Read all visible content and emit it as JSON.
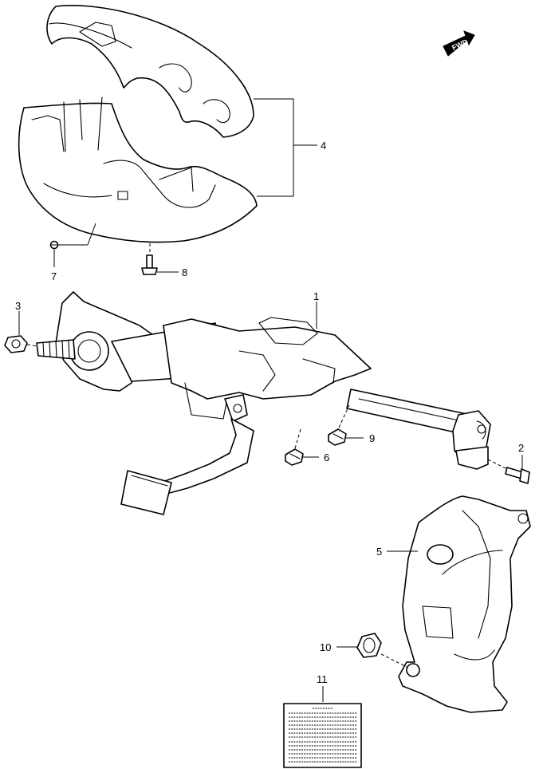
{
  "fwd_badge": {
    "text": "FWD"
  },
  "callouts": [
    {
      "id": "1",
      "text": "1"
    },
    {
      "id": "2",
      "text": "2"
    },
    {
      "id": "3",
      "text": "3"
    },
    {
      "id": "4",
      "text": "4"
    },
    {
      "id": "5",
      "text": "5"
    },
    {
      "id": "6",
      "text": "6"
    },
    {
      "id": "7",
      "text": "7"
    },
    {
      "id": "8",
      "text": "8"
    },
    {
      "id": "9",
      "text": "9"
    },
    {
      "id": "10",
      "text": "10"
    },
    {
      "id": "11",
      "text": "11"
    }
  ]
}
